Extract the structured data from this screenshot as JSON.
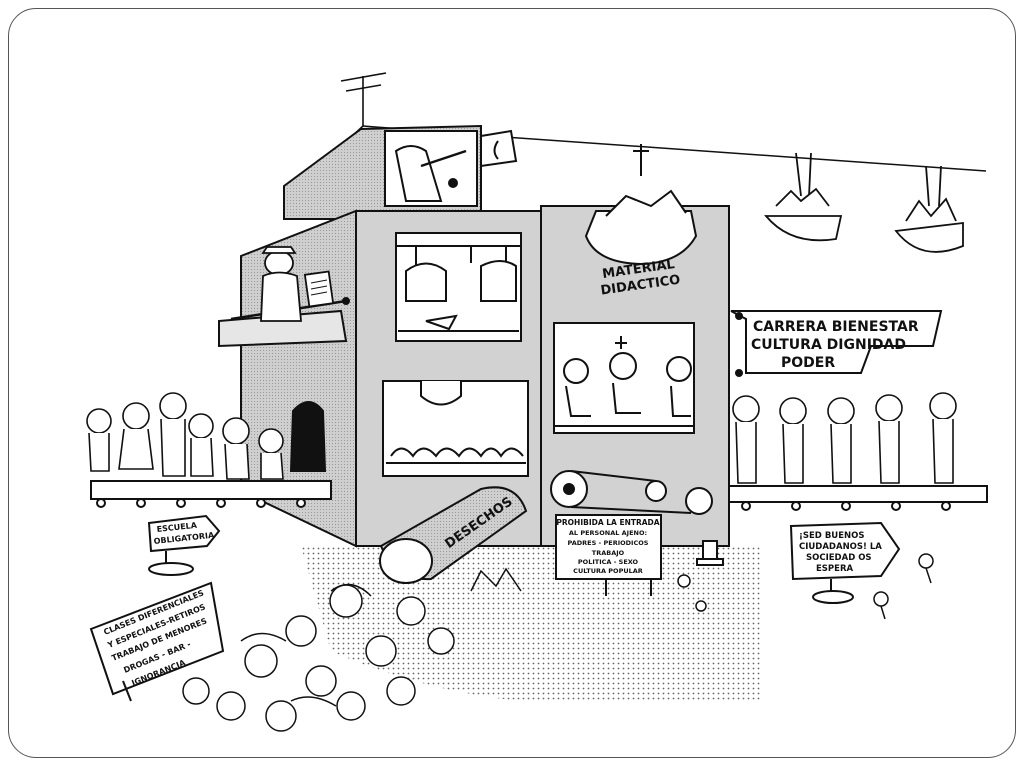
{
  "cartoon": {
    "signs": {
      "escuela": [
        "ESCUELA",
        "OBLIGATORIA"
      ],
      "clases": [
        "CLASES DIFERENCIALES",
        "Y ESPECIALES-RETIROS",
        "TRABAJO DE MENORES",
        "DROGAS - BAR -",
        "IGNORANCIA"
      ],
      "desechos": "DESECHOS",
      "material": [
        "MATERIAL",
        "DIDACTICO"
      ],
      "carrera": [
        "CARRERA BIENESTAR",
        "CULTURA DIGNIDAD",
        "PODER"
      ],
      "prohibida": [
        "PROHIBIDA LA ENTRADA",
        "AL PERSONAL AJENO:",
        "PADRES - PERIODICOS",
        "TRABAJO",
        "POLITICA - SEXO",
        "CULTURA POPULAR"
      ],
      "sed": [
        "¡SED BUENOS",
        "CIUDADANOS! LA",
        "SOCIEDAD OS",
        "ESPERA"
      ]
    },
    "colors": {
      "ink": "#111111",
      "machine_fill": "#cfcfcf",
      "window_fill": "#ffffff",
      "frame": "#555555"
    },
    "icons": [
      "antenna",
      "loudspeaker",
      "crane-basket",
      "gear",
      "flower"
    ]
  }
}
